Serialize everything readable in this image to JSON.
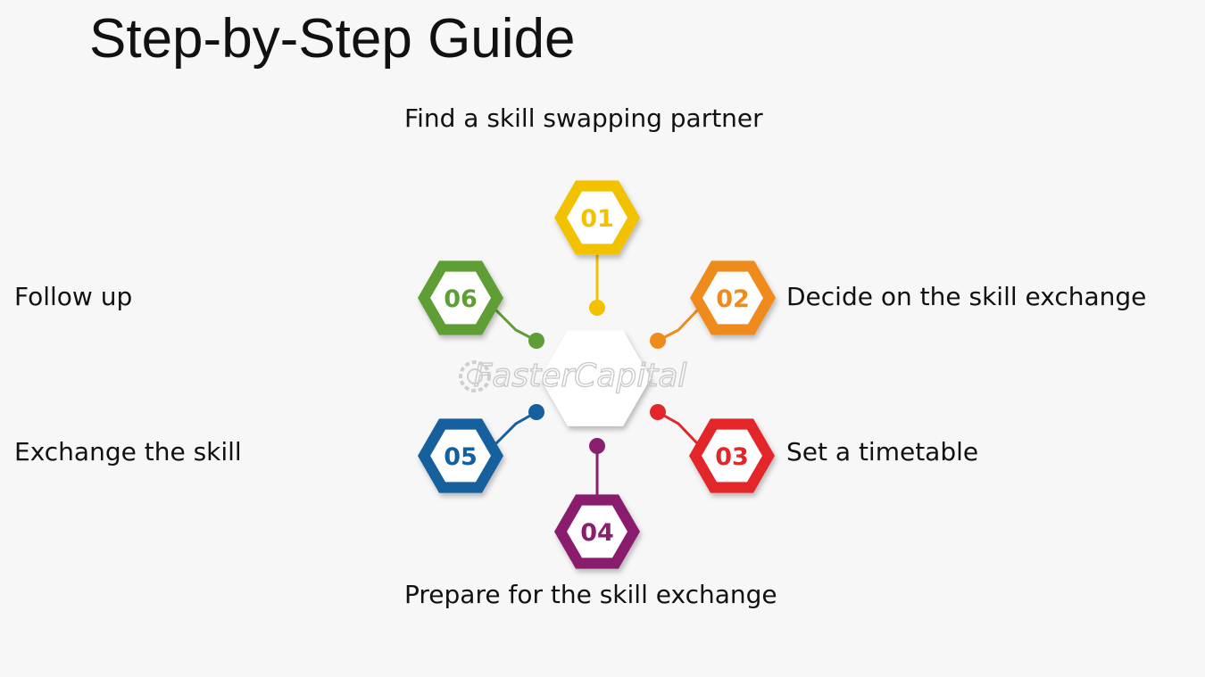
{
  "title": "Step-by-Step Guide",
  "watermark": "FasterCapital",
  "steps": [
    {
      "number": "01",
      "label": "Find a skill swapping partner",
      "color": "#f2c200"
    },
    {
      "number": "02",
      "label": "Decide on the skill exchange",
      "color": "#ef8a1d"
    },
    {
      "number": "03",
      "label": "Set a timetable",
      "color": "#e2262a"
    },
    {
      "number": "04",
      "label": "Prepare for the skill exchange",
      "color": "#8a1f6d"
    },
    {
      "number": "05",
      "label": "Exchange the skill",
      "color": "#14609e"
    },
    {
      "number": "06",
      "label": "Follow up",
      "color": "#5e9e35"
    }
  ]
}
